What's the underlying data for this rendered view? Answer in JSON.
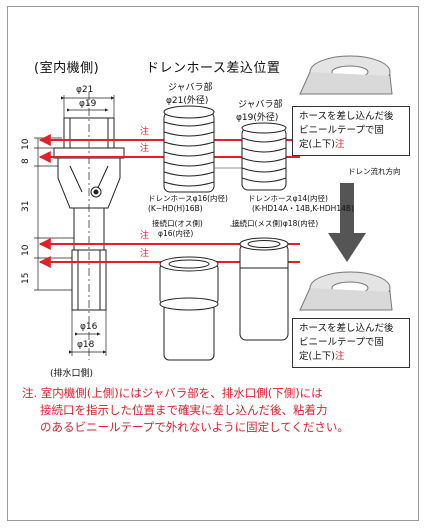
{
  "titles": {
    "indoor_side": "(室内機側)",
    "insert_position": "ドレンホース差込位置",
    "outlet_side": "(排水口側)"
  },
  "dimensions": {
    "top_outer": "φ21",
    "top_inner": "φ19",
    "bottom_inner": "φ16",
    "bottom_outer": "φ18",
    "vertical": [
      "10",
      "8",
      "31",
      "10",
      "15"
    ]
  },
  "bellows_left": {
    "label": "ジャバラ部",
    "spec": "φ21(外径)"
  },
  "bellows_right": {
    "label": "ジャバラ部",
    "spec": "φ19(外径)"
  },
  "hose_left": {
    "line1": "ドレンホースφ16(内径)",
    "line2": "(K−HD(H)16B)"
  },
  "hose_right": {
    "line1": "ドレンホースφ14(内径)",
    "line2": "(K-HD14A・14B,K-HDH14B)"
  },
  "connector_male": {
    "line1": "接続口(オス側)",
    "line2": "φ16(内径)"
  },
  "connector_female": {
    "line1": "接続口(メス側)φ18(内径)"
  },
  "flow_direction": "ドレン流れ方向",
  "marks": [
    "注",
    "注",
    "注",
    "注"
  ],
  "callout_top": {
    "line1": "ホースを差し込んだ後",
    "line2": "ビニールテープで固",
    "line3": "定(上下)",
    "mark": "注"
  },
  "callout_bottom": {
    "line1": "ホースを差し込んだ後",
    "line2": "ビニールテープで固",
    "line3": "定(上下)",
    "mark": "注"
  },
  "note": {
    "line1": "注. 室内機側(上側)にはジャバラ部を、排水口側(下側)には",
    "line2": "接続口を指示した位置まで確実に差し込んだ後、粘着力",
    "line3": "のあるビニールテープで外れないように固定してください。"
  },
  "colors": {
    "accent": "#e3202a",
    "line": "#222222",
    "arrow": "#555555",
    "tape": "#cfcfcf"
  }
}
